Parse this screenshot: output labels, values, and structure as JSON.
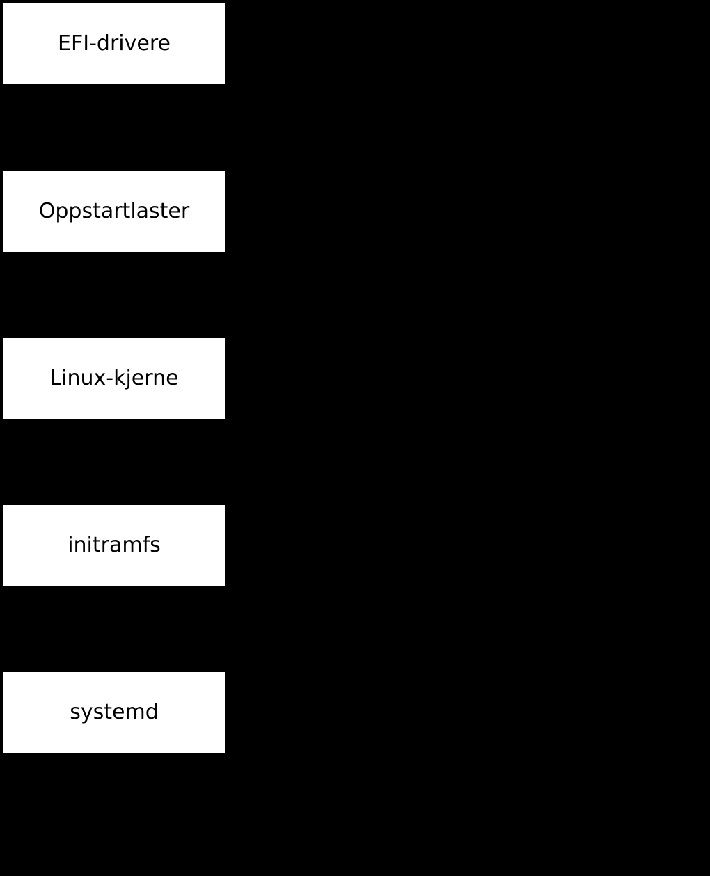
{
  "canvas": {
    "background_color": "#000000"
  },
  "diagram": {
    "type": "flowchart",
    "box_fill_color": "#ffffff",
    "box_text_color": "#000000",
    "boxes": [
      {
        "label": "EFI-drivere"
      },
      {
        "label": "Oppstartlaster"
      },
      {
        "label": "Linux-kjerne"
      },
      {
        "label": "initramfs"
      },
      {
        "label": "systemd"
      }
    ]
  }
}
